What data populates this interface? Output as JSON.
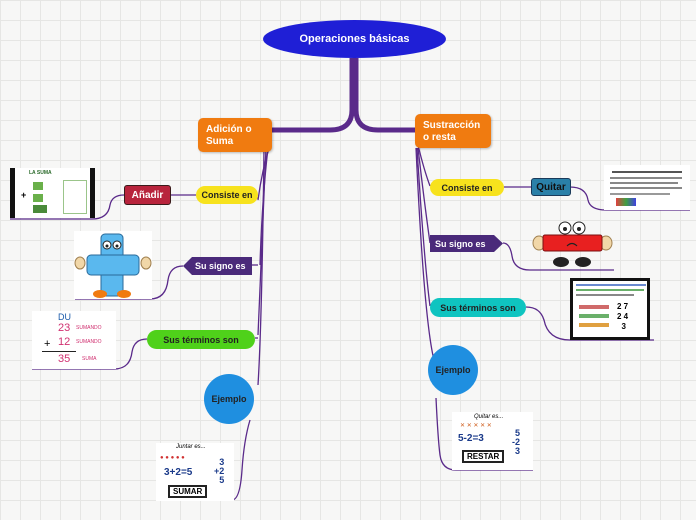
{
  "root": {
    "label": "Operaciones básicas"
  },
  "adicion": {
    "label": "Adición o Suma",
    "consiste": "Consiste en",
    "anadir": "Añadir",
    "signo": "Su signo es",
    "terminos": "Sus términos son",
    "ejemplo": "Ejemplo",
    "lamina_suma_title": "LA SUMA",
    "terminos_du": "DU",
    "terminos_sumando_1": "SUMANDO",
    "terminos_sumando_2": "SUMANDO",
    "terminos_suma": "SUMA",
    "terminos_n1": "23",
    "terminos_n2": "12",
    "terminos_n3": "35",
    "ejemplo_title": "Juntar es...",
    "ejemplo_eq": "3+2=5",
    "ejemplo_button": "SUMAR"
  },
  "sustraccion": {
    "label": "Sustracción o resta",
    "consiste": "Consiste en",
    "quitar": "Quitar",
    "signo": "Su signo es",
    "terminos": "Sus términos son",
    "ejemplo": "Ejemplo",
    "ejemplo_title": "Quitar es...",
    "ejemplo_eq": "5-2=3",
    "ejemplo_button": "RESTAR"
  },
  "colors": {
    "root": "#1f1fd6",
    "branch": "#f07b10",
    "connector": "#5a2a8a",
    "yellow": "#f7e21d",
    "green": "#4fd11a",
    "blue": "#1f8fe0"
  }
}
